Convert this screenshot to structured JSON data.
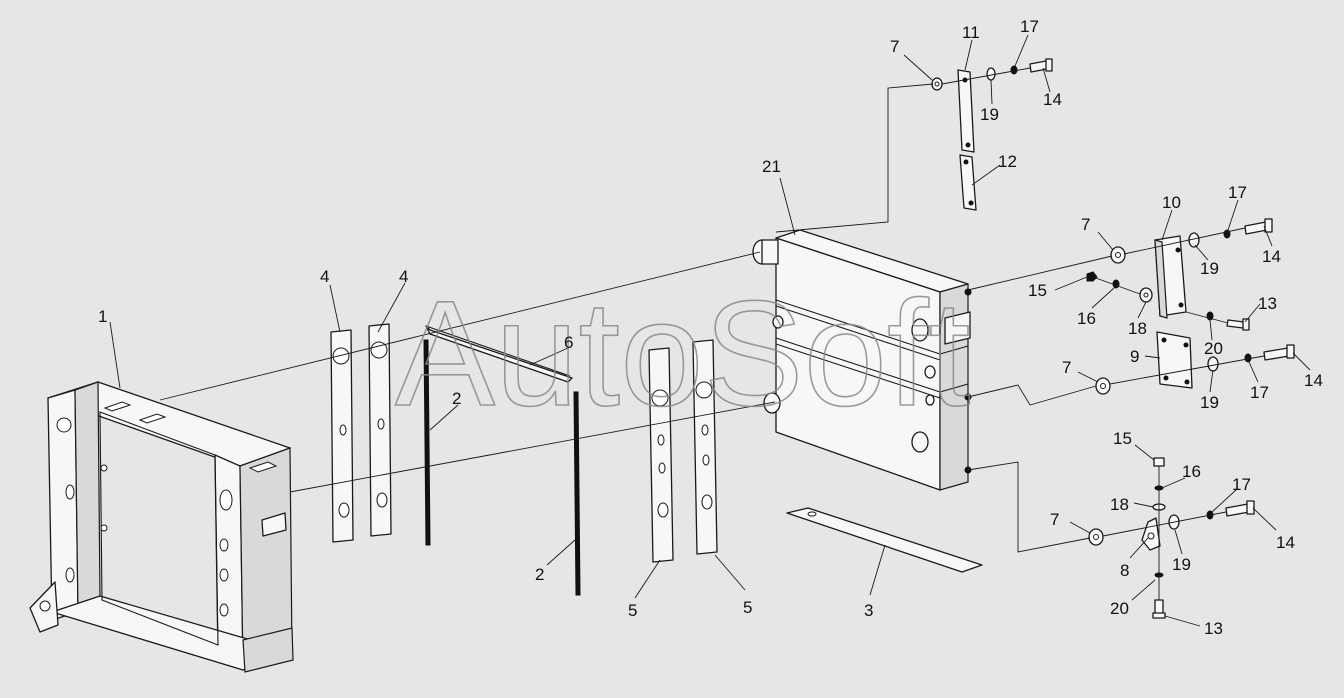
{
  "watermark": "AutoSoft",
  "callouts": {
    "c1": "1",
    "c2a": "2",
    "c2b": "2",
    "c3": "3",
    "c4a": "4",
    "c4b": "4",
    "c5a": "5",
    "c5b": "5",
    "c6": "6",
    "c7a": "7",
    "c7b": "7",
    "c7c": "7",
    "c7d": "7",
    "c8": "8",
    "c9": "9",
    "c10": "10",
    "c11": "11",
    "c12": "12",
    "c13a": "13",
    "c13b": "13",
    "c14a": "14",
    "c14b": "14",
    "c14c": "14",
    "c14d": "14",
    "c15a": "15",
    "c15b": "15",
    "c16a": "16",
    "c16b": "16",
    "c17a": "17",
    "c17b": "17",
    "c17c": "17",
    "c17d": "17",
    "c18a": "18",
    "c18b": "18",
    "c19a": "19",
    "c19b": "19",
    "c19c": "19",
    "c19d": "19",
    "c20a": "20",
    "c20b": "20",
    "c21": "21"
  }
}
